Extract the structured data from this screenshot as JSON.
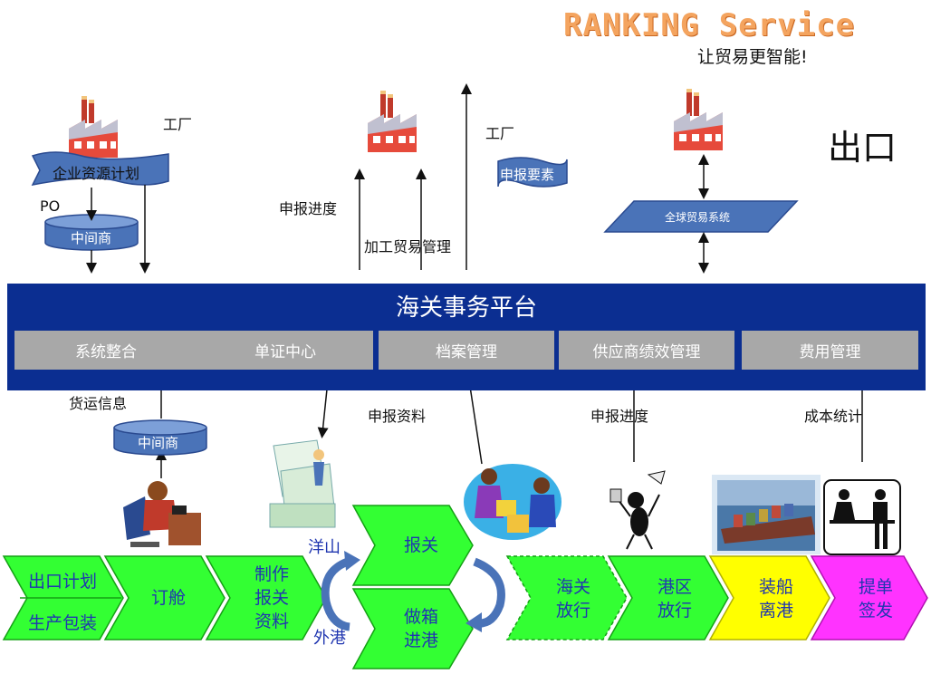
{
  "brand": {
    "name": "RANKING Service",
    "slogan": "让贸易更智能!"
  },
  "header": {
    "export_label": "出口"
  },
  "top": {
    "factory_label_1": "工厂",
    "factory_label_2": "工厂",
    "erp_label": "企业资源计划",
    "po_label": "PO",
    "middleman_label": "中间商",
    "progress_label": "申报进度",
    "processing_trade_label": "加工贸易管理",
    "declaration_elements_label": "申报要素",
    "global_trade_label": "全球贸易系统"
  },
  "platform": {
    "title": "海关事务平台",
    "modules": [
      "系统整合",
      "单证中心",
      "档案管理",
      "供应商绩效管理",
      "费用管理"
    ]
  },
  "bottom": {
    "freight_info_label": "货运信息",
    "middleman_label": "中间商",
    "declaration_docs_label": "申报资料",
    "progress_label": "申报进度",
    "cost_stats_label": "成本统计"
  },
  "process": {
    "export_plan": "出口计划",
    "production_packing": "生产包装",
    "booking": "订舱",
    "prepare_docs": [
      "制作",
      "报关",
      "资料"
    ],
    "customs_declaration": "报关",
    "container_entry": [
      "做箱",
      "进港"
    ],
    "yangshan": "洋山",
    "waigang": "外港",
    "customs_release": [
      "海关",
      "放行"
    ],
    "port_release": [
      "港区",
      "放行"
    ],
    "loading_departure": [
      "装船",
      "离港"
    ],
    "bl_issue": [
      "提单",
      "签发"
    ]
  },
  "colors": {
    "platform_blue": "#0b2e91",
    "module_gray": "#a8a8a8",
    "process_green": "#33ff33",
    "loading_yellow": "#ffff00",
    "bl_magenta": "#ff33ff",
    "brand_orange": "#f4a45f",
    "shape_blue": "#4a73b8"
  },
  "icons": [
    "factory-icon",
    "person-phone-icon",
    "documents-icon",
    "handshake-icon",
    "stick-figure-phone-icon",
    "container-ship-icon",
    "service-counter-icon"
  ]
}
